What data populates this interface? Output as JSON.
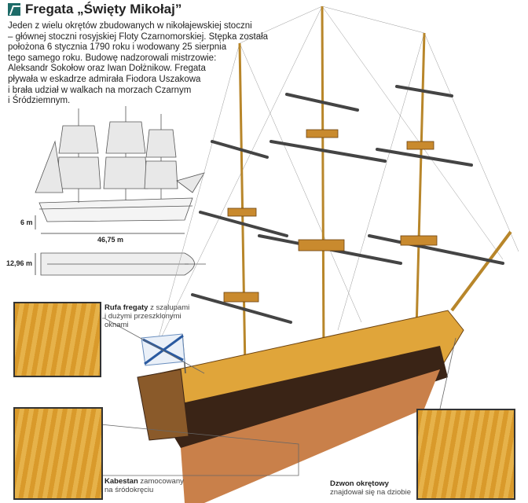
{
  "title": "Fregata „Święty Mikołaj”",
  "intro": [
    "Jeden z wielu okrętów zbudowanych w nikołajewskiej stoczni",
    "– głównej stoczni rosyjskiej Floty Czarnomorskiej. Stępka została",
    "położona 6 stycznia 1790 roku i wodowany 25 sierpnia",
    "tego samego roku. Budowę nadzorowali mistrzowie:",
    "Aleksandr Sokołow oraz Iwan Dołżnikow. Fregata",
    "pływała w eskadrze admirała Fiodora Uszakowa",
    "i brała udział w walkach na morzach Czarnym",
    "i Śródziemnym."
  ],
  "dimensions": {
    "height": "6 m",
    "length": "46,75 m",
    "width": "12,96 m"
  },
  "callouts": {
    "stern": {
      "bold": "Rufa fregaty",
      "text1": " z szalupami",
      "text2": "i dużymi przeszklonymi",
      "text3": "oknami"
    },
    "capstan": {
      "bold": "Kabestan",
      "text1": " zamocowany",
      "text2": "na śródokręciu"
    },
    "bell": {
      "bold": "Dzwon okrętowy",
      "text2": "znajdował się na dziobie"
    }
  },
  "colors": {
    "hull": "#3a2416",
    "deck": "#e0a53a",
    "lower_hull": "#c9804a",
    "accent": "#1d6b68"
  }
}
